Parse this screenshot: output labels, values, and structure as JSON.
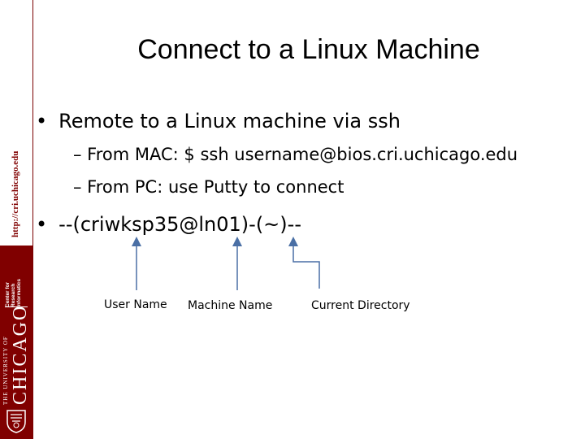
{
  "sidebar": {
    "url": "http://cri.uchicago.edu",
    "center_lines": [
      "Center for",
      "Research",
      "Informatics"
    ],
    "university_small": "THE UNIVERSITY OF",
    "university_big": "CHICAGO",
    "brand_color": "#800000",
    "seal_icon": "university-seal-icon"
  },
  "slide": {
    "title": "Connect to a Linux Machine",
    "bullet_glyph": "•",
    "bullet1": "Remote to a Linux machine via ssh",
    "sub1": "– From MAC: $ ssh username@bios.cri.uchicago.edu",
    "sub2": "– From PC: use Putty to connect",
    "bullet2": "--(criwksp35@ln01)-(~)--",
    "labels": {
      "user": "User Name",
      "machine": "Machine Name",
      "directory": "Current Directory"
    },
    "arrow_color": "#4a6fa5"
  }
}
